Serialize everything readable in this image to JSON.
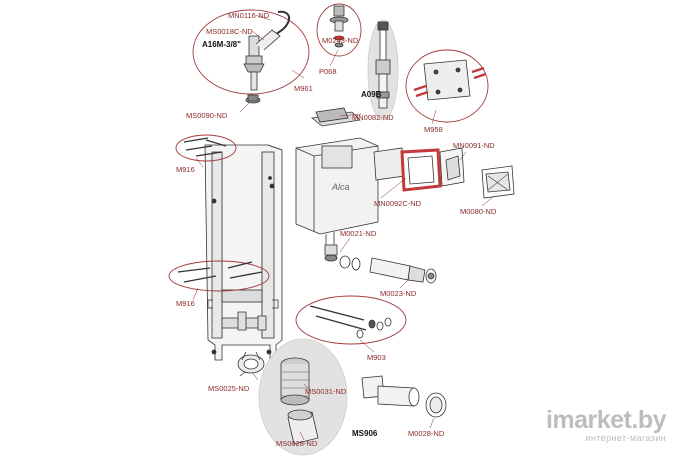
{
  "labels": {
    "mn0116": "MN0116-ND",
    "ms0018c": "MS0018C-ND",
    "a16m": "A16M-3/8\"",
    "m961": "M961",
    "ms0090": "MS0090-ND",
    "m0243": "M0243-ND",
    "p068": "P068",
    "a09b": "A09B",
    "mn0082": "MN0082-ND",
    "m958": "M958",
    "m916_top": "M916",
    "mn0091": "MN0091-ND",
    "mn0092c": "MN0092C-ND",
    "m0080": "M0080-ND",
    "m0021": "M0021-ND",
    "m0023": "M0023-ND",
    "m916_bottom": "M916",
    "m903": "M903",
    "ms0025": "MS0025-ND",
    "ms0031": "MS0031-ND",
    "ms0028": "MS0028-ND",
    "ms906": "MS906",
    "m0028": "M0028-ND"
  },
  "tank_brand": "Alca",
  "watermark": {
    "brand": "imarket.by",
    "subtitle": "интернет-магазин"
  },
  "colors": {
    "label_red": "#8a2a2a",
    "highlight_red": "#c23a3a",
    "ellipse_red": "#a33a3a"
  }
}
